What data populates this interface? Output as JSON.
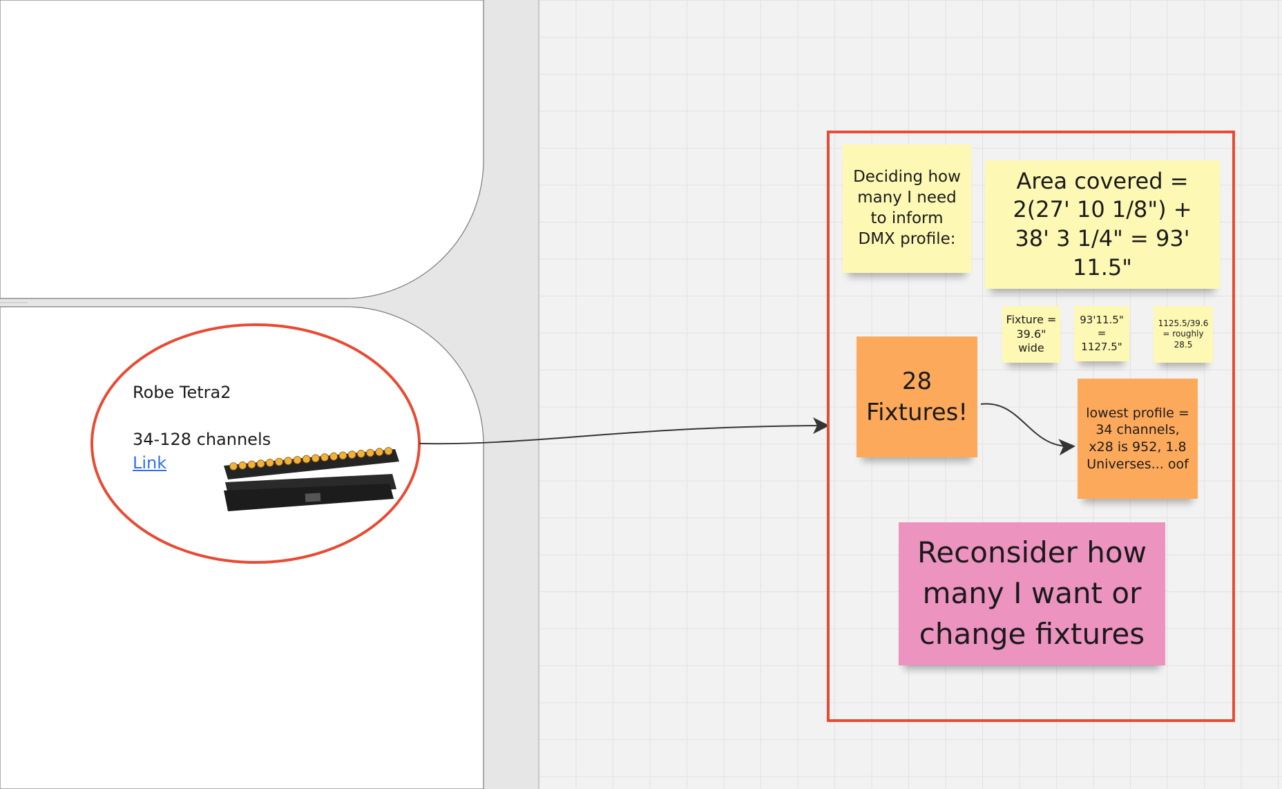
{
  "board": {
    "left_card": {
      "fixture_name": "Robe Tetra2",
      "channels": "34-128 channels",
      "link_label": "Link"
    },
    "stickies": {
      "deciding": "Deciding how many I need to inform DMX profile:",
      "area": "Area covered = 2(27' 10 1/8\") + 38' 3 1/4\" = 93' 11.5\"",
      "fixture_width": "Fixture = 39.6\" wide",
      "conversion": "93'11.5\" = 1127.5\"",
      "division": "1125.5/39.6 = roughly 28.5",
      "fixtures_count": "28 Fixtures!",
      "lowest_profile": "lowest profile = 34 channels, x28 is 952, 1.8 Universes... oof",
      "reconsider": "Reconsider how many I want or change fixtures"
    },
    "colors": {
      "canvas": "#f2f2f2",
      "grid": "#e2e2e2",
      "frame_red": "#e84a33",
      "sticky_yellow": "#fdf8b4",
      "sticky_orange": "#fda95c",
      "sticky_pink": "#ec93c0",
      "link_blue": "#2e6ff2",
      "connector": "#333333"
    },
    "icons": {
      "fixture_image": "led-batten-fixture-image"
    }
  }
}
